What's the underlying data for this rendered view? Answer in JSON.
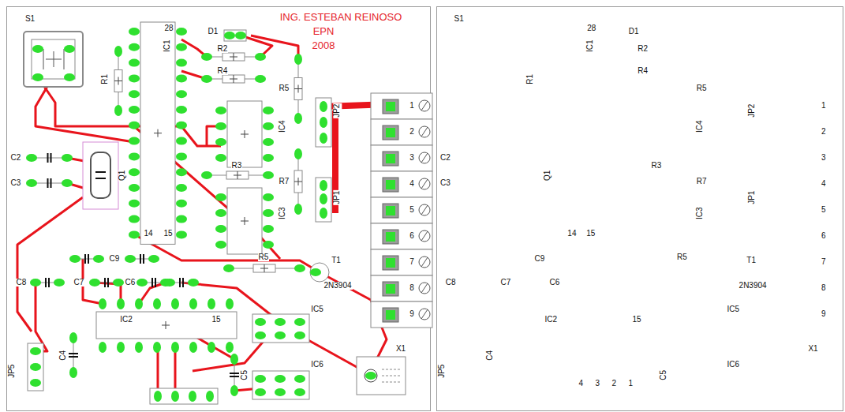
{
  "diagram": {
    "labels": [
      "S1",
      "IC1",
      "28",
      "D1",
      "R2",
      "R4",
      "R1",
      "C2",
      "C3",
      "Q1",
      "IC4",
      "R5",
      "JP2",
      "R3",
      "R7",
      "JP1",
      "IC3",
      "14",
      "15",
      "C9",
      "C8",
      "C7",
      "C6",
      "IC2",
      "15",
      "C4",
      "JP5",
      "C5",
      "IC5",
      "IC6",
      "X1",
      "R5",
      "T1",
      "2N3904",
      "1",
      "2",
      "3",
      "4",
      "5",
      "6",
      "7",
      "8",
      "9",
      "ING. ESTEBAN REINOSO",
      "EPN",
      "2008",
      "S1",
      "IC1",
      "28",
      "D1",
      "R2",
      "R4",
      "R1",
      "C2",
      "C3",
      "Q1",
      "IC4",
      "R5",
      "JP2",
      "R3",
      "R7",
      "JP1",
      "IC3",
      "14",
      "15",
      "C9",
      "C8",
      "C7",
      "C6",
      "IC2",
      "15",
      "C4",
      "JP5",
      "C5",
      "IC5",
      "IC6",
      "X1",
      "R5",
      "T1",
      "2N3904",
      "1",
      "2",
      "3",
      "4",
      "5",
      "6",
      "7",
      "8",
      "9",
      "4",
      "3",
      "2",
      "1"
    ]
  }
}
